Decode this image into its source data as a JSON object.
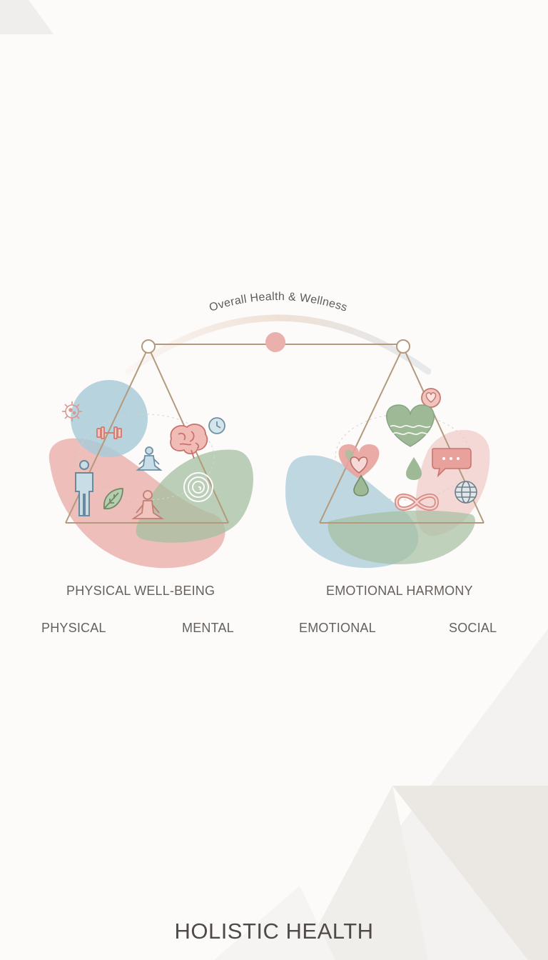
{
  "arc_title": "Overall Health & Wellness",
  "section_labels": {
    "left": "PHYSICAL WELL-BEING",
    "right": "EMOTIONAL HARMONY"
  },
  "categories": [
    "PHYSICAL",
    "MENTAL",
    "EMOTIONAL",
    "SOCIAL"
  ],
  "footer_title": "HOLISTIC HEALTH",
  "colors": {
    "pink": "#e9aaa6",
    "blue": "#a9cbd8",
    "green": "#a5bfa0",
    "frame": "#b39a7c",
    "text": "#66605d"
  },
  "icons": {
    "left": [
      "virus-icon",
      "dumbbell-icon",
      "brain-icon",
      "clock-icon",
      "person-icon",
      "meditation-icon",
      "leaf-icon",
      "spiral-icon",
      "seated-meditation-icon"
    ],
    "right": [
      "heart-badge-icon",
      "heart-waves-icon",
      "heart-icon",
      "water-drop-icon",
      "speech-bubble-icon",
      "globe-icon",
      "infinity-icon"
    ]
  }
}
